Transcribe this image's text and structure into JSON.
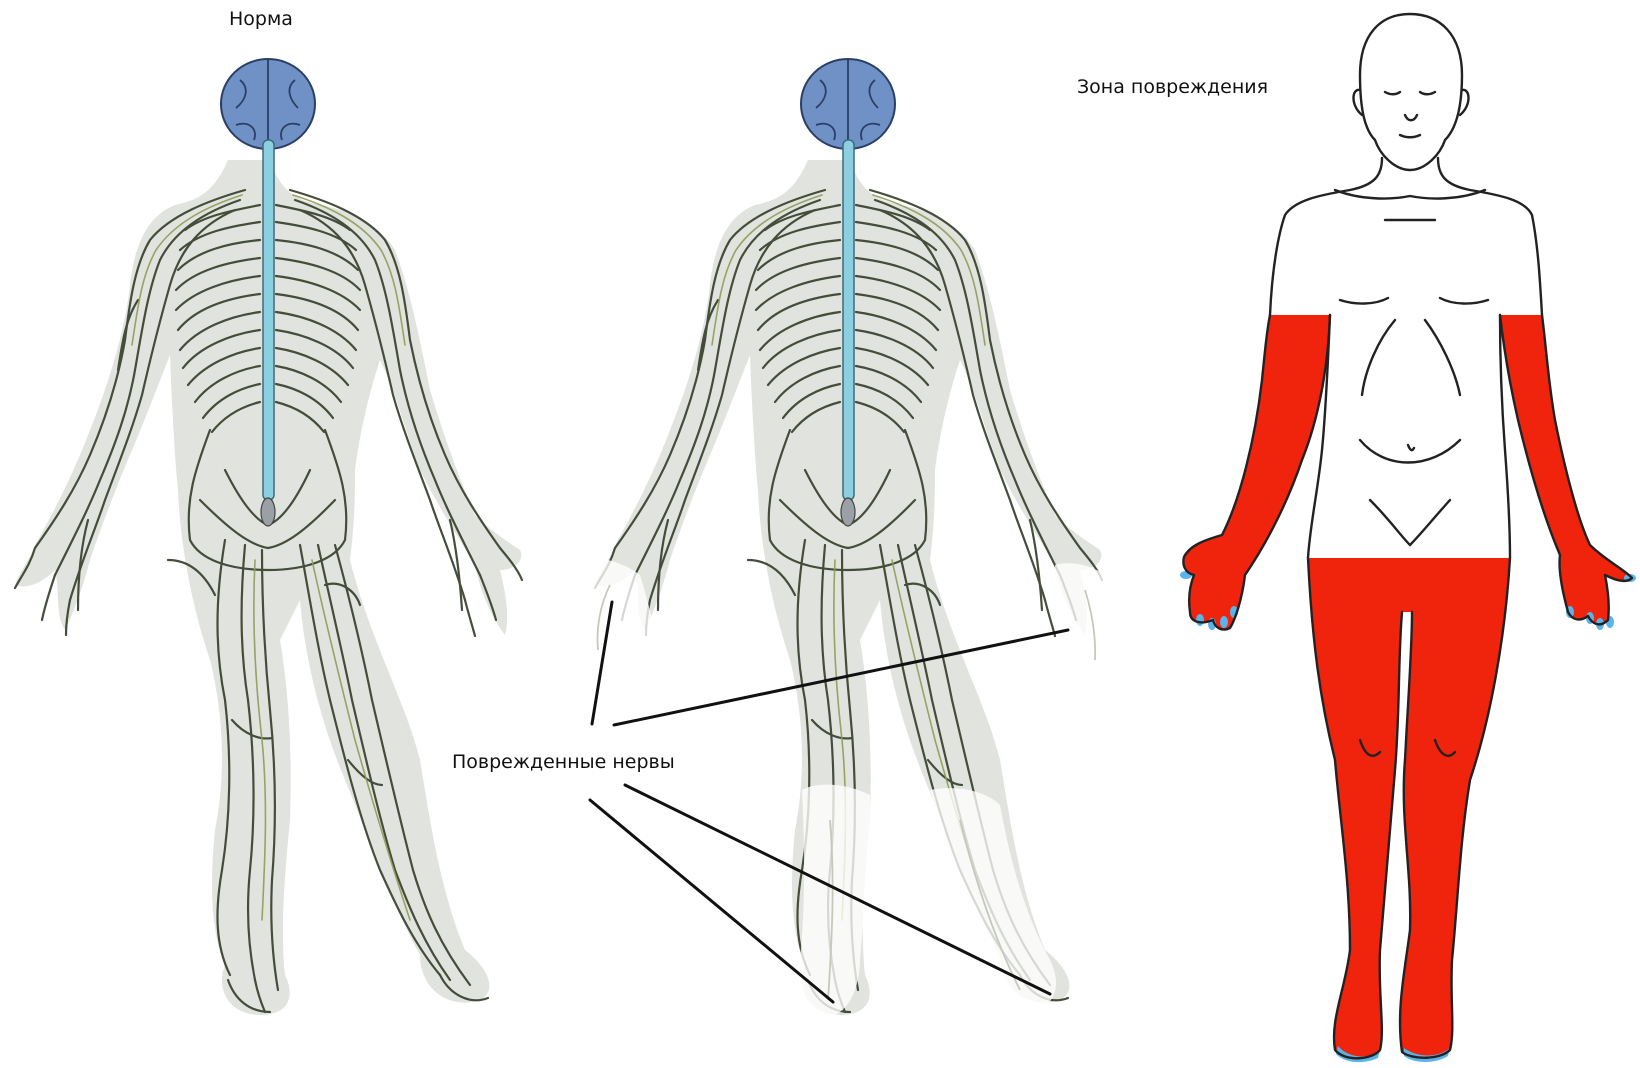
{
  "labels": {
    "normal": "Норма",
    "damage_zone": "Зона повреждения",
    "damaged_nerves": "Поврежденные нервы"
  },
  "colors": {
    "nerve": "#3c4532",
    "nerve_highlight": "#8f9b57",
    "nerve_faded": "#c3cabc",
    "brain": "#6f91c6",
    "spinal_cord": "#8ccfe0",
    "damage_zone": "#f0230d",
    "nails": "#5ab4ea",
    "outline": "#222222"
  },
  "figures": [
    {
      "id": "normal",
      "damaged": false
    },
    {
      "id": "damaged",
      "damaged": true
    }
  ]
}
